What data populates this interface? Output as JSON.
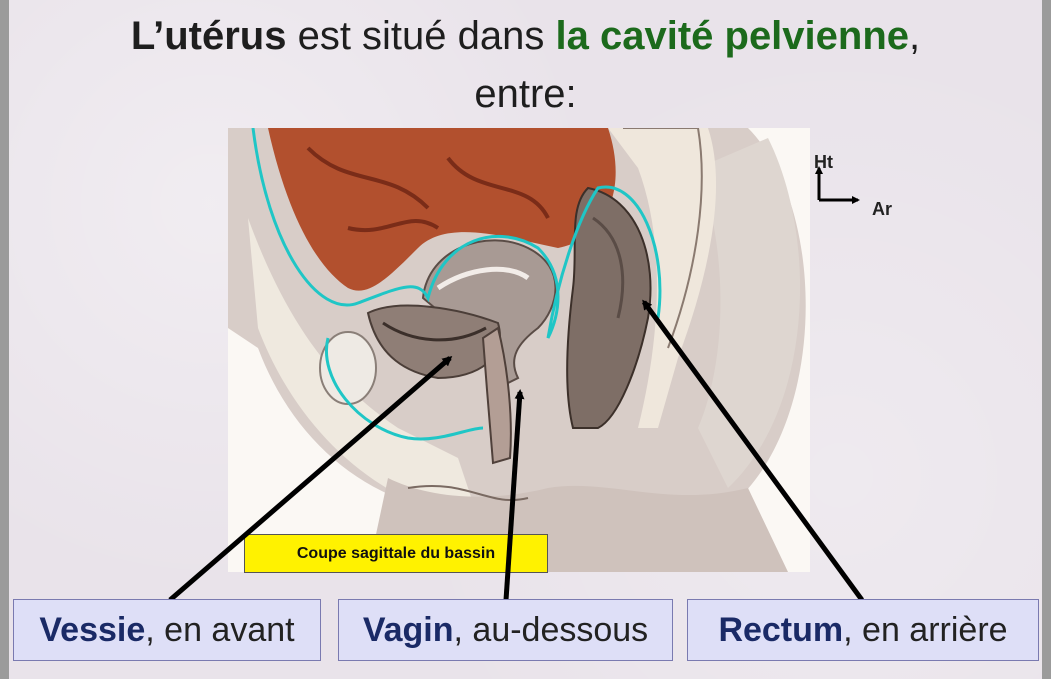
{
  "title": {
    "part1": "L’utérus",
    "part2": " est situé dans ",
    "part3": "la cavité pelvienne",
    "part4": ",",
    "line2": "entre:"
  },
  "figure": {
    "caption": "Coupe sagittale du bassin"
  },
  "orientation": {
    "up_label": "Ht",
    "back_label": "Ar"
  },
  "labels": [
    {
      "term": "Vessie",
      "rest": ", en avant"
    },
    {
      "term": "Vagin",
      "rest": ", au-dessous"
    },
    {
      "term": "Rectum",
      "rest": ", en arrière"
    }
  ],
  "colors": {
    "title_green": "#1c6a1c",
    "term_blue": "#1a2a66",
    "caption_bg": "#fff200",
    "label_bg": "#dedff7",
    "peritoneum": "#1fc6c6"
  }
}
